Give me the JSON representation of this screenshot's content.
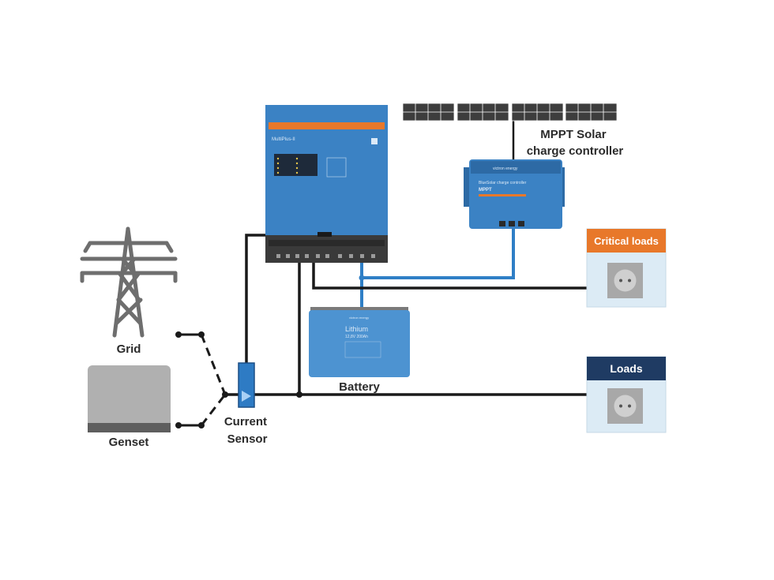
{
  "labels": {
    "grid": "Grid",
    "genset": "Genset",
    "current_sensor": [
      "Current",
      "Sensor"
    ],
    "battery": "Battery",
    "mppt": [
      "MPPT Solar",
      "charge controller"
    ],
    "critical_loads": "Critical loads",
    "loads": "Loads"
  },
  "device_text": {
    "multiplus_name": "MultiPlus-II",
    "mppt_header": "victron energy",
    "mppt_title": "BlueSolar charge controller",
    "mppt_model": "MPPT",
    "battery_brand": "victron energy",
    "battery_name": "Lithium",
    "battery_spec": "12,8V 200Ah"
  },
  "colors": {
    "wire_ac": "#1a1a1a",
    "wire_dc": "#2f7fc6",
    "device_blue": "#3b82c4",
    "header_orange": "#e8782a",
    "header_navy": "#1f3b63",
    "load_panel": "#dcebf5"
  }
}
